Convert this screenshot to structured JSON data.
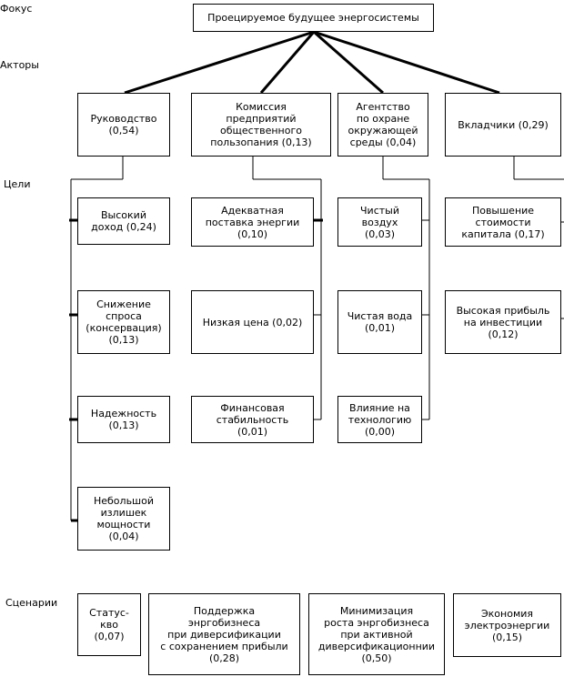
{
  "levels": {
    "focus": "Фокус",
    "actors": "Акторы",
    "goals": "Цели",
    "scenarios": "Сценарии"
  },
  "focus": {
    "text": "Проецируемое будущее энергосистемы"
  },
  "actors": [
    {
      "text": "Руководство\n(0,54)"
    },
    {
      "text": "Комиссия\nпредприятий\nобщественного\nпользопания (0,13)"
    },
    {
      "text": "Агентство\nпо охране\nокружающей\nсреды (0,04)"
    },
    {
      "text": "Вкладчики (0,29)"
    }
  ],
  "goals": {
    "management": [
      {
        "text": "Высокий\nдоход (0,24)"
      },
      {
        "text": "Снижение\nспроса\n(консервация)\n(0,13)"
      },
      {
        "text": "Надежность\n(0,13)"
      },
      {
        "text": "Небольшой\nизлишек\nмощности\n(0,04)"
      }
    ],
    "commission": [
      {
        "text": "Адекватная\nпоставка энергии\n(0,10)"
      },
      {
        "text": "Низкая цена (0,02)"
      },
      {
        "text": "Финансовая\nстабильность\n(0,01)"
      }
    ],
    "agency": [
      {
        "text": "Чистый\nвоздух\n(0,03)"
      },
      {
        "text": "Чистая вода\n(0,01)"
      },
      {
        "text": "Влияние на\nтехнологию\n(0,00)"
      }
    ],
    "investors": [
      {
        "text": "Повышение\nстоимости\nкапитала (0,17)"
      },
      {
        "text": "Высокая прибыль\nна инвестиции\n(0,12)"
      }
    ]
  },
  "scenarios": [
    {
      "text": "Статус-\nкво\n(0,07)"
    },
    {
      "text": "Поддержка\nэнргобизнеса\nпри диверсификации\nс сохранением прибыли\n(0,28)"
    },
    {
      "text": "Минимизация\nроста энргобизнеса\nпри активной\nдиверсификационнии\n(0,50)"
    },
    {
      "text": "Экономия\nэлектроэнергии\n(0,15)"
    }
  ]
}
